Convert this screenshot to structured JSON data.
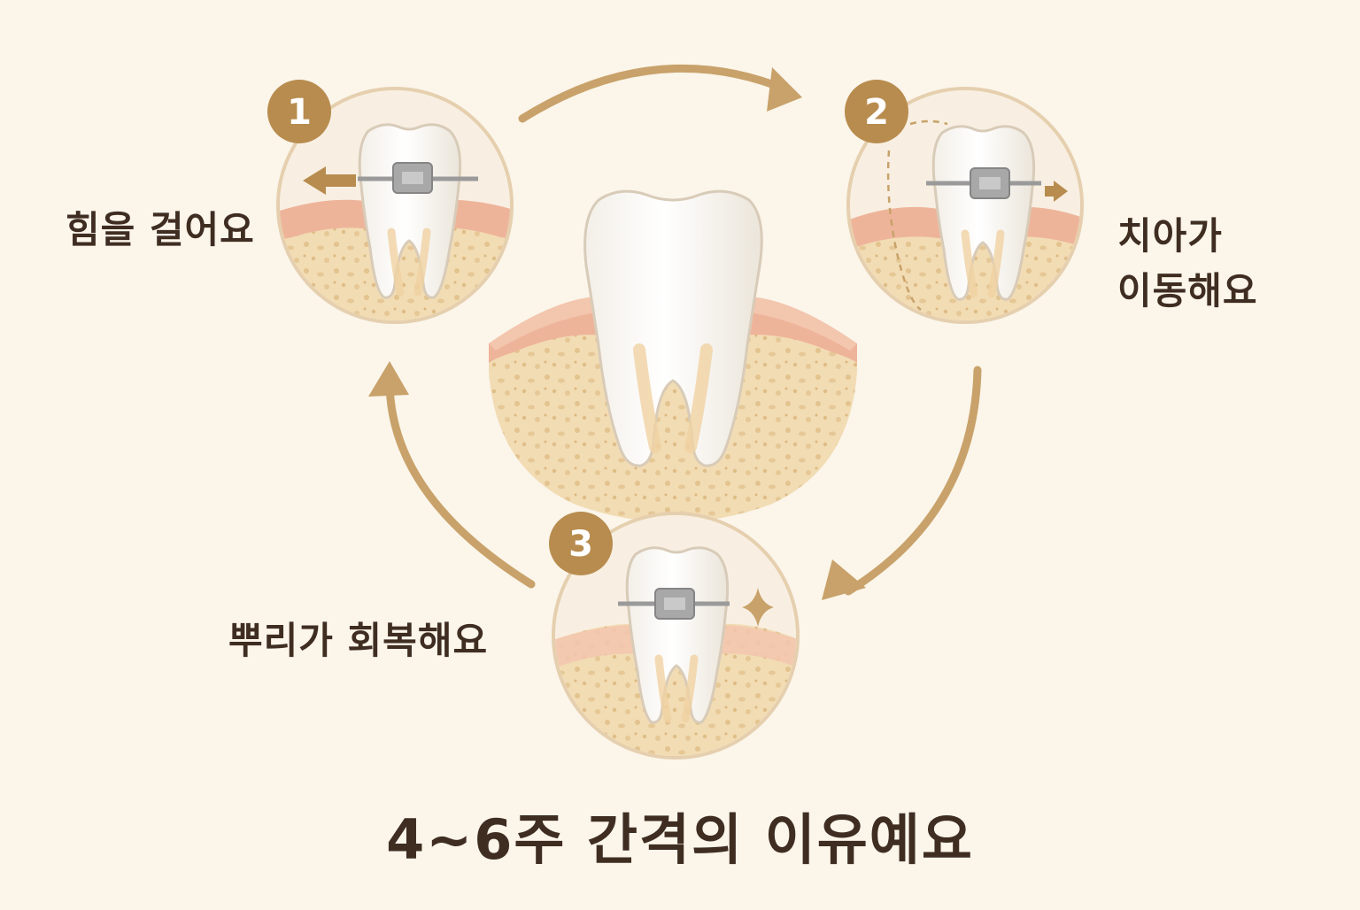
{
  "steps": [
    {
      "number": "1",
      "label": "힘을 걸어요"
    },
    {
      "number": "2",
      "label_lines": [
        "치아가",
        "이동해요"
      ]
    },
    {
      "number": "3",
      "label": "뿌리가 회복해요"
    }
  ],
  "caption": "4~6주 간격의 이유예요",
  "colors": {
    "background": "#fbf5ea",
    "accent": "#b88c4e",
    "arrow": "#c8a26a",
    "gum": "#eeb49a",
    "bone": "#f2dcb4",
    "text": "#3f2d22"
  },
  "icons": [
    "tooth-icon",
    "bracket-icon",
    "direction-arrow-icon",
    "sparkle-icon"
  ]
}
